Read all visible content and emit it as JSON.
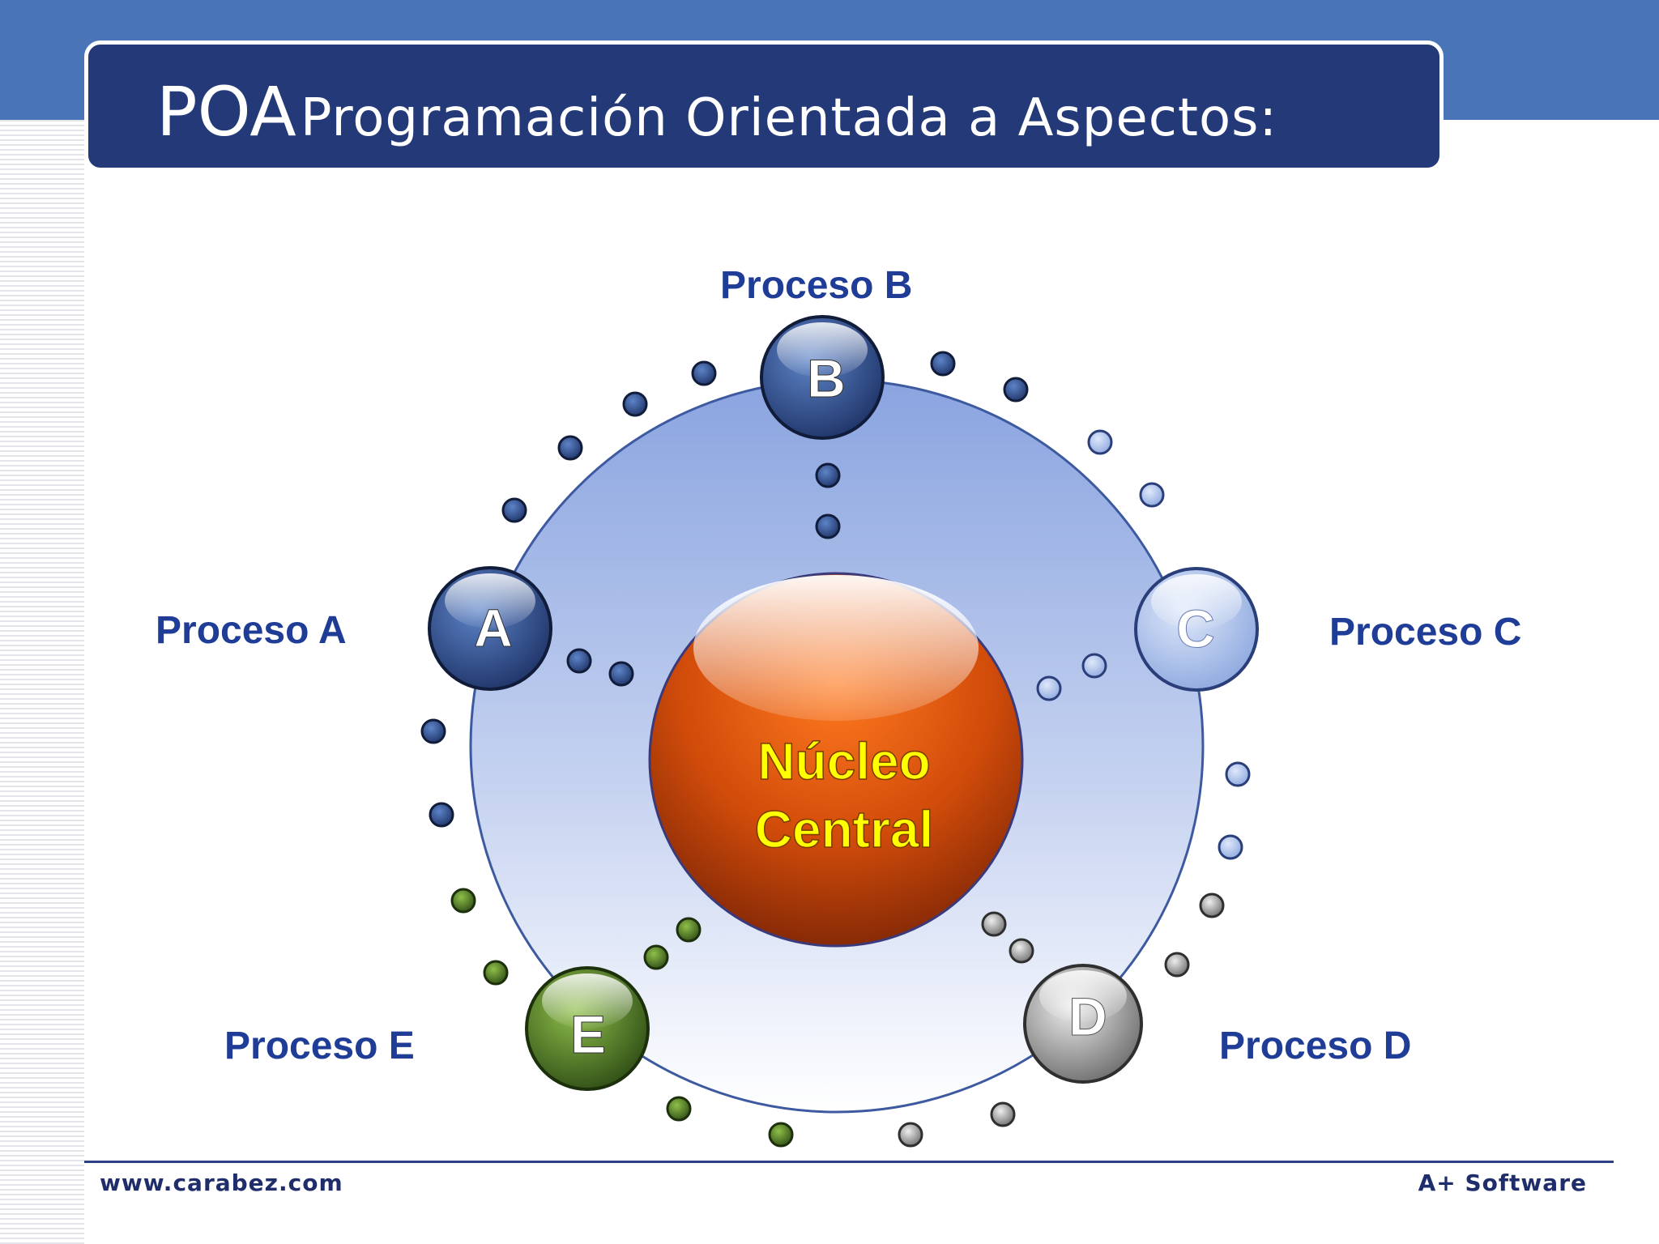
{
  "title": {
    "main": "POA",
    "rest": "Programación Orientada a Aspectos:"
  },
  "center": {
    "line1": "Núcleo",
    "line2": "Central"
  },
  "nodes": [
    {
      "letter": "A",
      "label": "Proceso A",
      "color": "dark-blue"
    },
    {
      "letter": "B",
      "label": "Proceso B",
      "color": "dark-blue"
    },
    {
      "letter": "C",
      "label": "Proceso C",
      "color": "light-blue"
    },
    {
      "letter": "D",
      "label": "Proceso D",
      "color": "gray"
    },
    {
      "letter": "E",
      "label": "Proceso E",
      "color": "green"
    }
  ],
  "footer": {
    "left": "www.carabez.com",
    "right": "A+ Software"
  },
  "colors": {
    "header_band": "#4a74b8",
    "title_box": "#243a78",
    "label_text": "#1f3d96",
    "center_text": "#ffff00",
    "center_sphere": "#e05a10"
  }
}
